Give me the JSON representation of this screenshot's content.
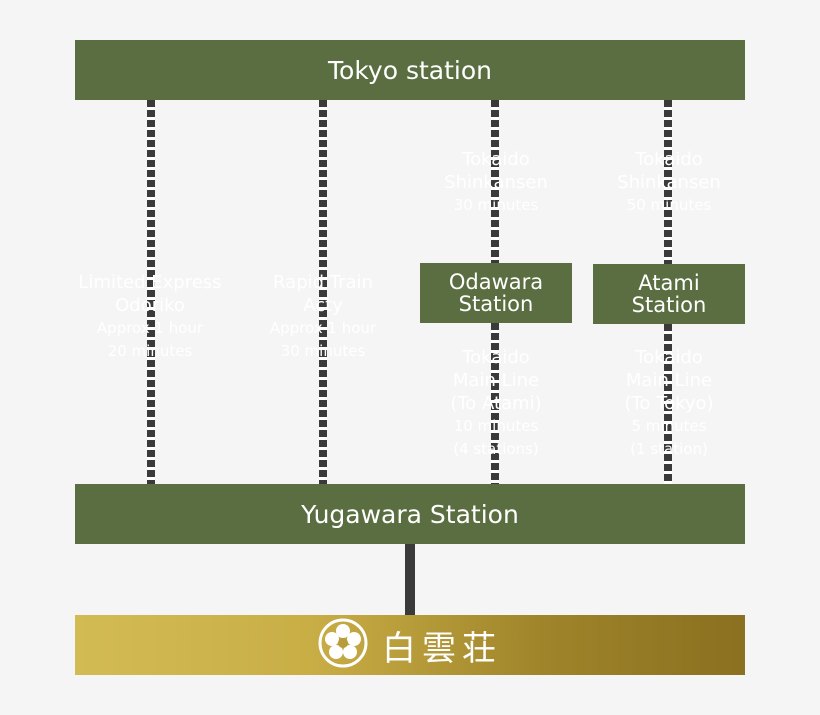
{
  "origin": {
    "label": "Tokyo station"
  },
  "destination": {
    "label": "Yugawara Station"
  },
  "routes": [
    {
      "line1": "Limited Express",
      "line2": "Odoriko",
      "line3": "Approx 1 hour",
      "line4": "20 minutes"
    },
    {
      "line1": "Rapid Train",
      "line2": "Acty",
      "line3": "Approx 1 hour",
      "line4": "30 minutes"
    }
  ],
  "shinkansen": [
    {
      "line1": "Tokaido",
      "line2": "Shinkansen",
      "line3": "30 minutes"
    },
    {
      "line1": "Tokaido",
      "line2": "Shinkansen",
      "line3": "50 minutes"
    }
  ],
  "transfer_stations": [
    {
      "line1": "Odawara",
      "line2": "Station"
    },
    {
      "line1": "Atami",
      "line2": "Station"
    }
  ],
  "main_line": [
    {
      "line1": "Tokaido",
      "line2": "Main Line",
      "line3": "(To Atami)",
      "line4": "10 minutes",
      "line5": "(4 stations)"
    },
    {
      "line1": "Tokaido",
      "line2": "Main Line",
      "line3": "(To Tokyo)",
      "line4": "5 minutes",
      "line5": "(1 station)"
    }
  ],
  "logo": {
    "text": "白雲荘",
    "icon": "family-crest-icon"
  },
  "colors": {
    "bar": "#5b6e41",
    "track": "#3a3a3a",
    "logo_gradient_start": "#d3bb53",
    "logo_gradient_end": "#8a7020"
  }
}
